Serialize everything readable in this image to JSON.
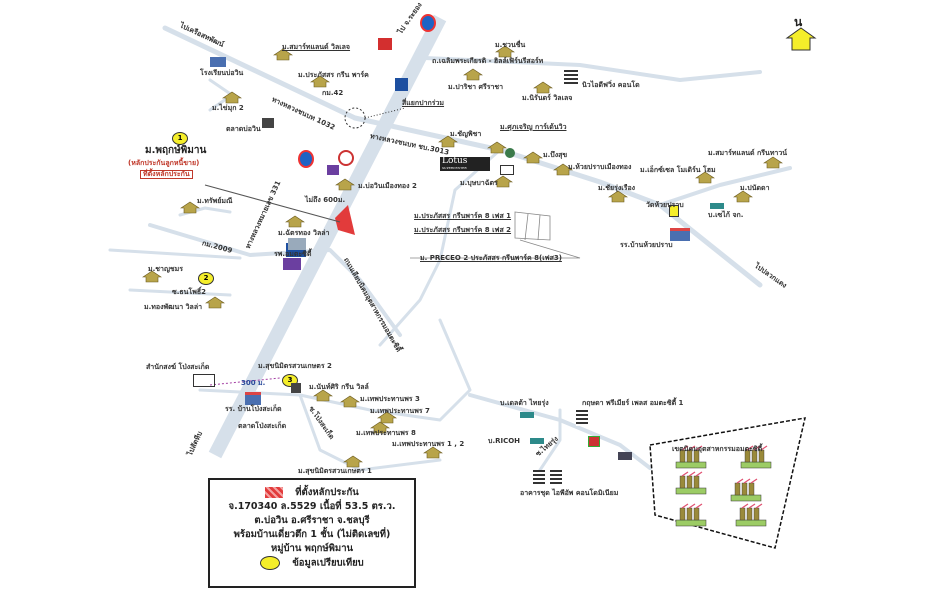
{
  "north_label": "น",
  "roads": {
    "hwy331": "ทางหลวงหมายเลข 331",
    "rd1032": "ทางหลวงชนบท 1032",
    "rd3013": "ทางหลวงชนบท ชบ.3013",
    "km42": "กม.42",
    "to_rayong": "ไป จ.ระยอง",
    "to_sahapat": "ไปเครือสหพัฒน์",
    "junction": "สี่แยกปากร่วม",
    "rd2009": "กม.2009",
    "amata_rd": "ถนนเลียบนิคมอุตสาหกรรมอมตะซิตี้",
    "to_sattahip": "ไปสัตหีบ",
    "to_pluakdaeng": "ไปปลวกแดง",
    "soi_pong": "ซ.โป่งสะเก็ด",
    "soi_thairung": "ซ.ไทยรุ่ง",
    "road_chalerm": "ถ.เฉลิมพระเกียรติ - ฮิลล์เฟิร์นรีสอร์ท",
    "dist_600": "ไม่ถึง 600ม.",
    "dist_300": "300 ม."
  },
  "subject": {
    "name": "ม.พฤกษ์พิมาน",
    "note": "(หลักประกันลูกหนี้ขาย)",
    "tag": "ที่ตั้งหลักประกัน"
  },
  "pins": [
    "1",
    "2",
    "3"
  ],
  "places": {
    "school_bowin": "โรงเรียนบ่อวิน",
    "kaimuk2": "ม.ไข่มุก 2",
    "smartland_village": "ม.สมาร์ทแลนด์ วิลเลจ",
    "prapassorn_green": "ม.ประภัสสร กรีน พาร์ค",
    "market_bowin": "ตลาดบ่อวิน",
    "sapmanee": "ม.ทรัพย์มณี",
    "bowin_muangthong2": "ม.บ่อวินเมืองทอง 2",
    "chatthong": "ม.ฉัตรทอง วิลล่า",
    "amata_hospital": "รพ.อมตะซิตี้",
    "chanchamorn": "ม.ชาญชมร",
    "thanapho2": "ซ.ธนโพธิ์2",
    "thongpatthana": "ม.ทองพัฒนา วิลล่า",
    "monastery": "สำนักสงฆ์ โป่งสะเก็ด",
    "suknimit2": "ม.สุขนิมิตรสวนเกษตร 2",
    "nansiri": "ม.นันท์ศิริ กรีน วิลล์",
    "school_pong": "รร. บ้านโป่งสะเก็ด",
    "market_pong": "ตลาดโป่งสะเก็ด",
    "thep3": "ม.เทพประทานพร 3",
    "thep7": "ม.เทพประทานพร 7",
    "thep8": "ม.เทพประทานพร 8",
    "thep12": "ม.เทพประทานพร 1 , 2",
    "suknimit1": "ม.สุขนิมิตรสวนเกษตร 1",
    "chuanchuen": "ม.ชวนชื่น",
    "paricha": "ม.ปาริชา ศรีราชา",
    "niran": "ม.นิรันดร์ วิลเลจ",
    "newidea": "นิวไอดีฟวิ่ง คอนโด",
    "chanpicha": "ม.ชัญพิชา",
    "supacharoen": "ม.ศุภเจริญ การ์เด้นวิว",
    "lotus": "Lotus",
    "lotus_sub": "SUPERCENTER",
    "bungsuk": "ม.บึงสุข",
    "huaiprap_muangthong": "ม.ห้วยปราบเมืองทอง",
    "butsaba": "ม.บุษบาฉัตร",
    "chairung": "ม.ชัยรุ่งเรือง",
    "wat_huaiprap": "วัดห้วยปราบ",
    "smartland_green": "ม.สมาร์ทแลนด์ กรีนทาวน์",
    "excel": "ม.เอ็กซ์เซล โมเดิร์น โฮม",
    "panadda": "ม.ปนัดดา",
    "sekai": "บ.เซไก้ จก.",
    "school_huaiprap": "รร.บ้านห้วยปราบ",
    "ppg8_1": "ม.ประภัสสร กรีนพาร์ค 8 เฟส 1",
    "ppg8_2": "ม.ประภัสสร กรีนพาร์ค 8 เฟส 2",
    "preceo": "ม. PRECEO 2 ประภัสสร กรีนพาร์ค 8(เฟส3)",
    "delta": "บ.เดลต้า ไทยรุ่ง",
    "kritsada": "กฤษดา พรีเมียร์ เพลส อมตะซิตี้ 1",
    "ricoh": "บ.RICOH",
    "ipup": "อาคารชุด ไอพีอัพ คอนโดมิเนียม",
    "amata_estate": "เขตนิคมอุตสาหกรรมอมตะซิตี้"
  },
  "legend": {
    "collateral": "ที่ตั้งหลักประกัน",
    "line1": "จ.170340 ล.5529 เนื้อที่ 53.5 ตร.ว.",
    "line2": "ต.บ่อวิน อ.ศรีราชา จ.ชลบุรี",
    "line3": "พร้อมบ้านเดี่ยวตึก 1 ชั้น (ไม่ติดเลขที่)",
    "line4": "หมู่บ้าน พฤกษ์พิมาน",
    "comparison": "ข้อมูลเปรียบเทียบ"
  },
  "colors": {
    "road": "#d6e0ea",
    "house": "#b8a44a",
    "collateral": "#e23b3b",
    "pin": "#f5ee2a",
    "north_arrow": "#f5ee2a",
    "factory": "#9ccc65"
  }
}
